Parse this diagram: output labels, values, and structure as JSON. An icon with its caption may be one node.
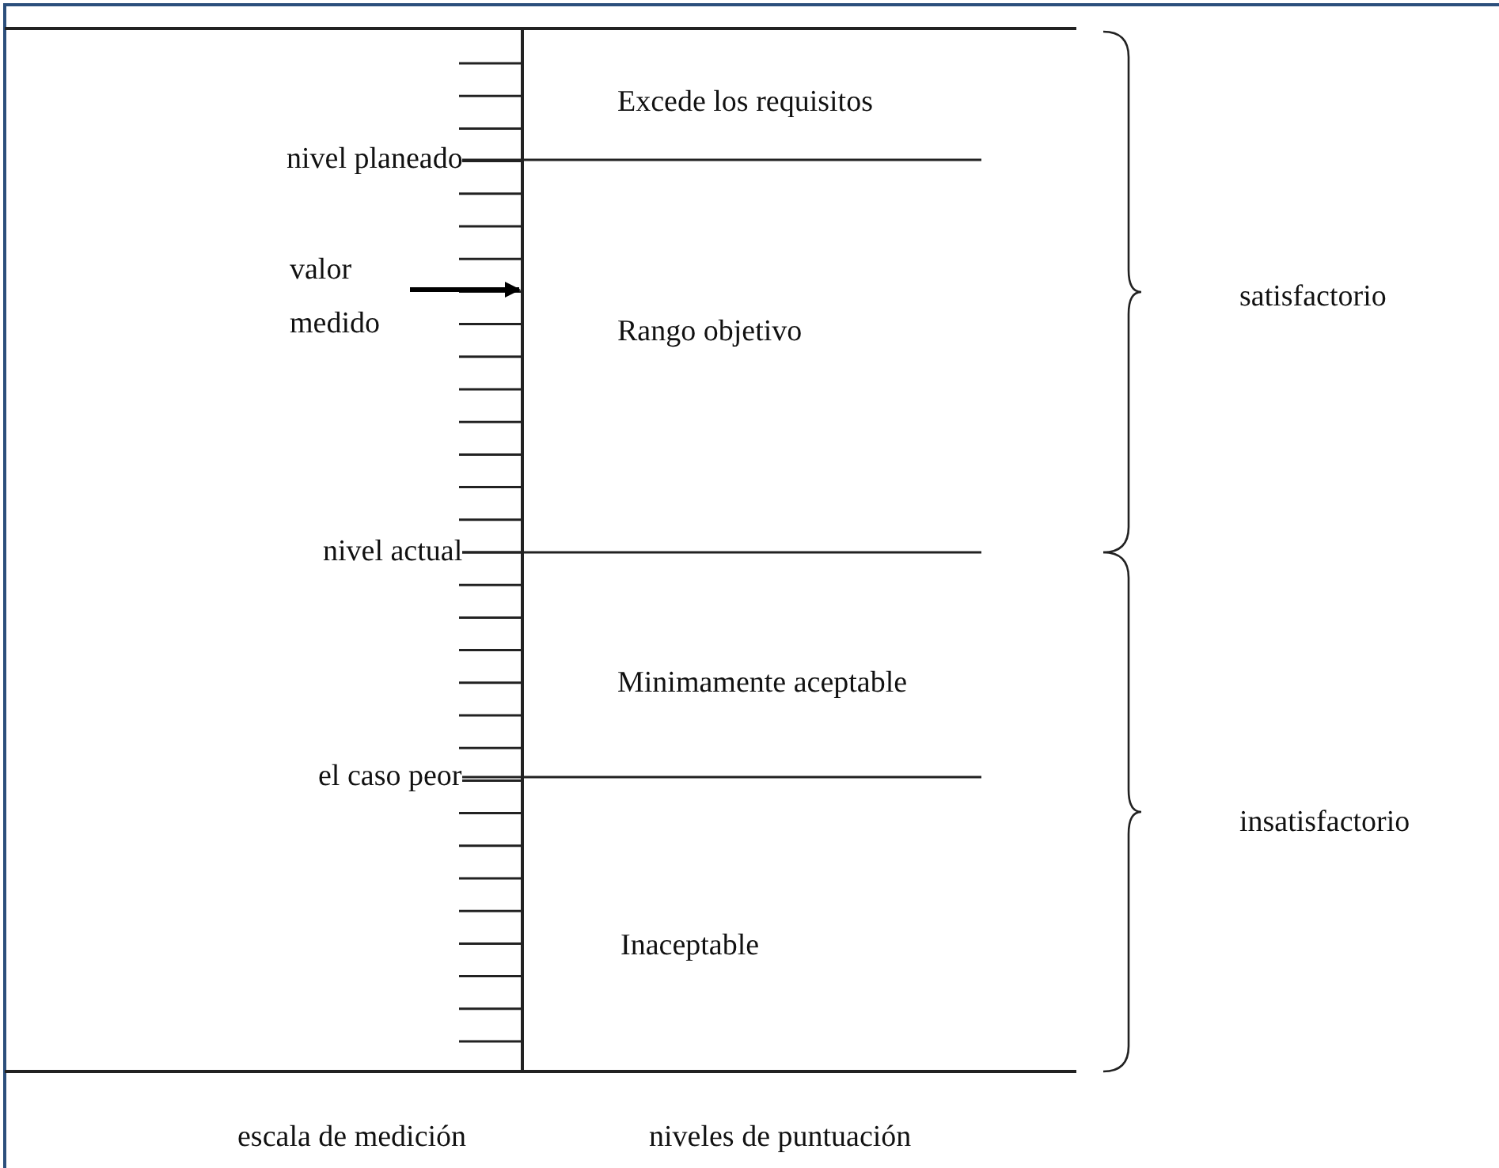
{
  "diagram": {
    "nodes": [
      {
        "text": [
          "valor medido"
        ]
      },
      {
        "text": [],
        "shape": "bar"
      }
    ],
    "edges": [
      {
        "from": 0,
        "to": 1,
        "arrow": "to"
      }
    ],
    "labels": [
      "Excede los requisitos",
      "nivel planeado",
      "satisfactorio",
      "Rango objetivo",
      "nivel actual",
      "Minimamente aceptable",
      "el caso peor",
      "insatisfactorio",
      "Inaceptable",
      "escala de medición",
      "niveles de puntuación"
    ]
  }
}
